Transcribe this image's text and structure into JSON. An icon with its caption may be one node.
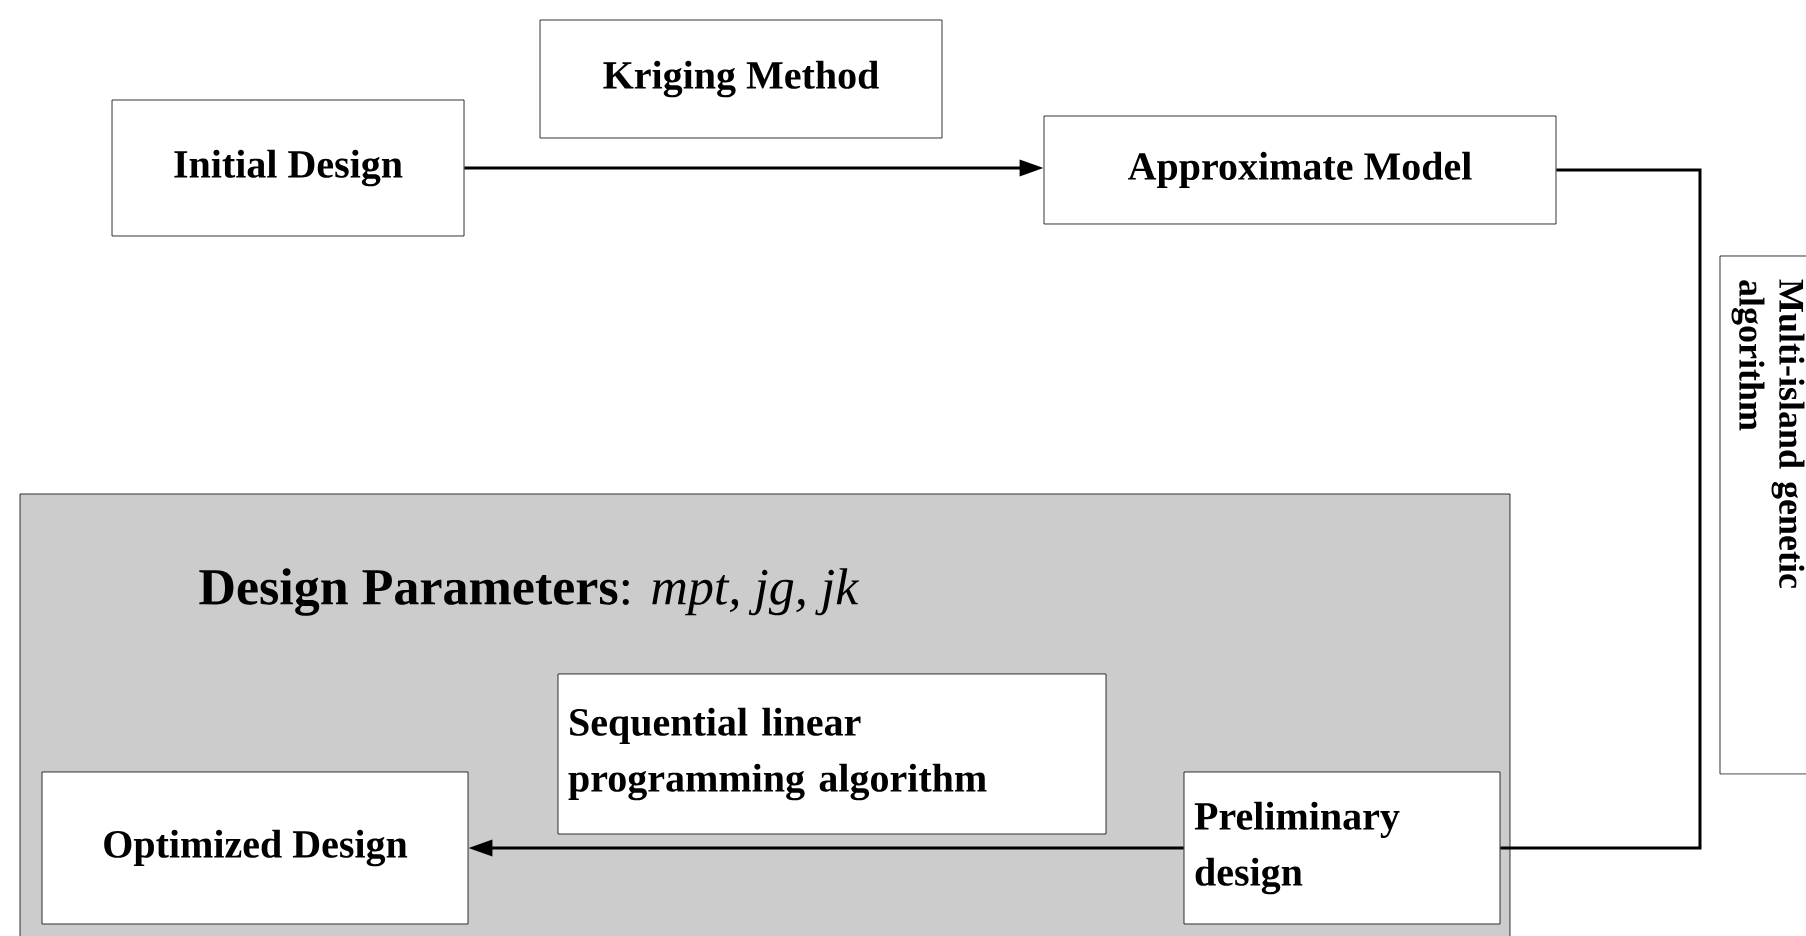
{
  "diagram": {
    "nodes": [
      {
        "text": [
          "Initial Design"
        ]
      },
      {
        "text": [
          "Kriging Method"
        ]
      },
      {
        "text": [
          "Approximate Model"
        ]
      },
      {
        "text": [
          "Multi-island genetic algorithm"
        ]
      },
      {
        "text": [
          "**Design Parameters**: *mpt, jg, jk*"
        ]
      },
      {
        "text": [
          "Sequential linear programming algorithm"
        ],
        "in": 4
      },
      {
        "text": [
          "Optimized Design"
        ],
        "in": 4
      },
      {
        "text": [
          "Preliminary design"
        ],
        "in": 4
      }
    ],
    "edges": [
      {
        "from": 0,
        "to": 2,
        "arrow": "to"
      },
      {
        "from": 2,
        "to": 7,
        "arrow": "none"
      },
      {
        "from": 7,
        "to": 6,
        "arrow": "to"
      }
    ]
  }
}
